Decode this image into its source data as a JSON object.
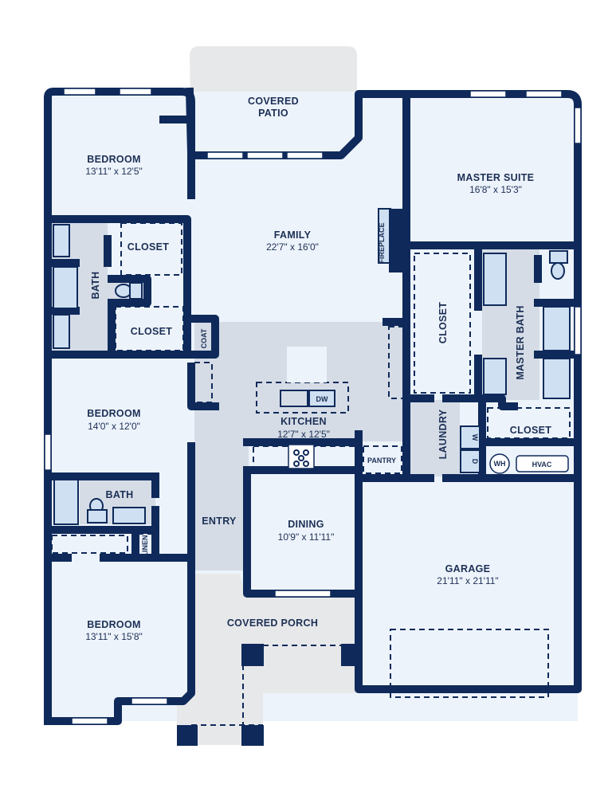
{
  "colors": {
    "wall": "#0f2a5a",
    "room": "#edf3fb",
    "tile": "#d5dce6",
    "outdoor": "#e7e8ea"
  },
  "rooms": {
    "covered_patio": {
      "line1": "COVERED",
      "line2": "PATIO"
    },
    "bedroom1": {
      "name": "BEDROOM",
      "size": "13'11\" x 12'5\""
    },
    "family": {
      "name": "FAMILY",
      "size": "22'7\" x 16'0\""
    },
    "master_suite": {
      "name": "MASTER SUITE",
      "size": "16'8\" x 15'3\""
    },
    "closet1": {
      "name": "CLOSET"
    },
    "closet2": {
      "name": "CLOSET"
    },
    "bath1": {
      "name": "BATH"
    },
    "coat": {
      "name": "COAT"
    },
    "fireplace": {
      "name": "FIREPLACE"
    },
    "master_closet": {
      "name": "CLOSET"
    },
    "master_bath": {
      "name": "MASTER BATH"
    },
    "kitchen": {
      "name": "KITCHEN",
      "size": "12'7\" x 12'5\"",
      "dw": "DW"
    },
    "bedroom2": {
      "name": "BEDROOM",
      "size": "14'0\" x 12'0\""
    },
    "pantry": {
      "name": "PANTRY"
    },
    "laundry": {
      "name": "LAUNDRY",
      "washer": "W",
      "dryer": "D"
    },
    "closet3": {
      "name": "CLOSET"
    },
    "utility": {
      "wh": "WH",
      "hvac": "HVAC"
    },
    "bath2": {
      "name": "BATH"
    },
    "linen": {
      "name": "LINEN"
    },
    "entry": {
      "name": "ENTRY"
    },
    "dining": {
      "name": "DINING",
      "size": "10'9\" x 11'11\""
    },
    "garage": {
      "name": "GARAGE",
      "size": "21'11\" x 21'11\""
    },
    "covered_porch": {
      "name": "COVERED PORCH"
    },
    "bedroom3": {
      "name": "BEDROOM",
      "size": "13'11\" x 15'8\""
    }
  }
}
